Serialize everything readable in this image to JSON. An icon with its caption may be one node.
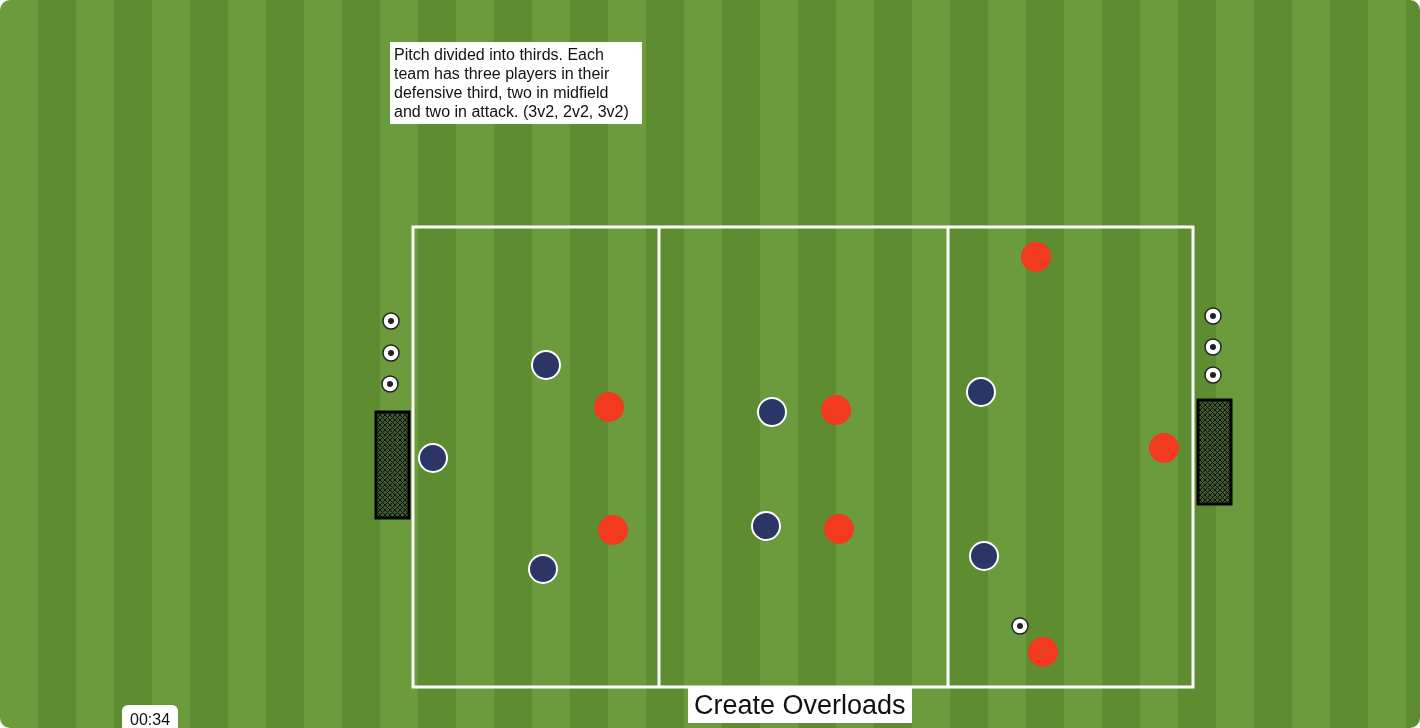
{
  "diagram": {
    "caption": "Create Overloads",
    "nodes": [
      {
        "text": [
          "Pitch divided into thirds. Each team has three players in their defensive third, two in midfield and two in attack. (3v2, 2v2, 3v2)"
        ]
      }
    ],
    "labels": [
      "00:34"
    ]
  }
}
